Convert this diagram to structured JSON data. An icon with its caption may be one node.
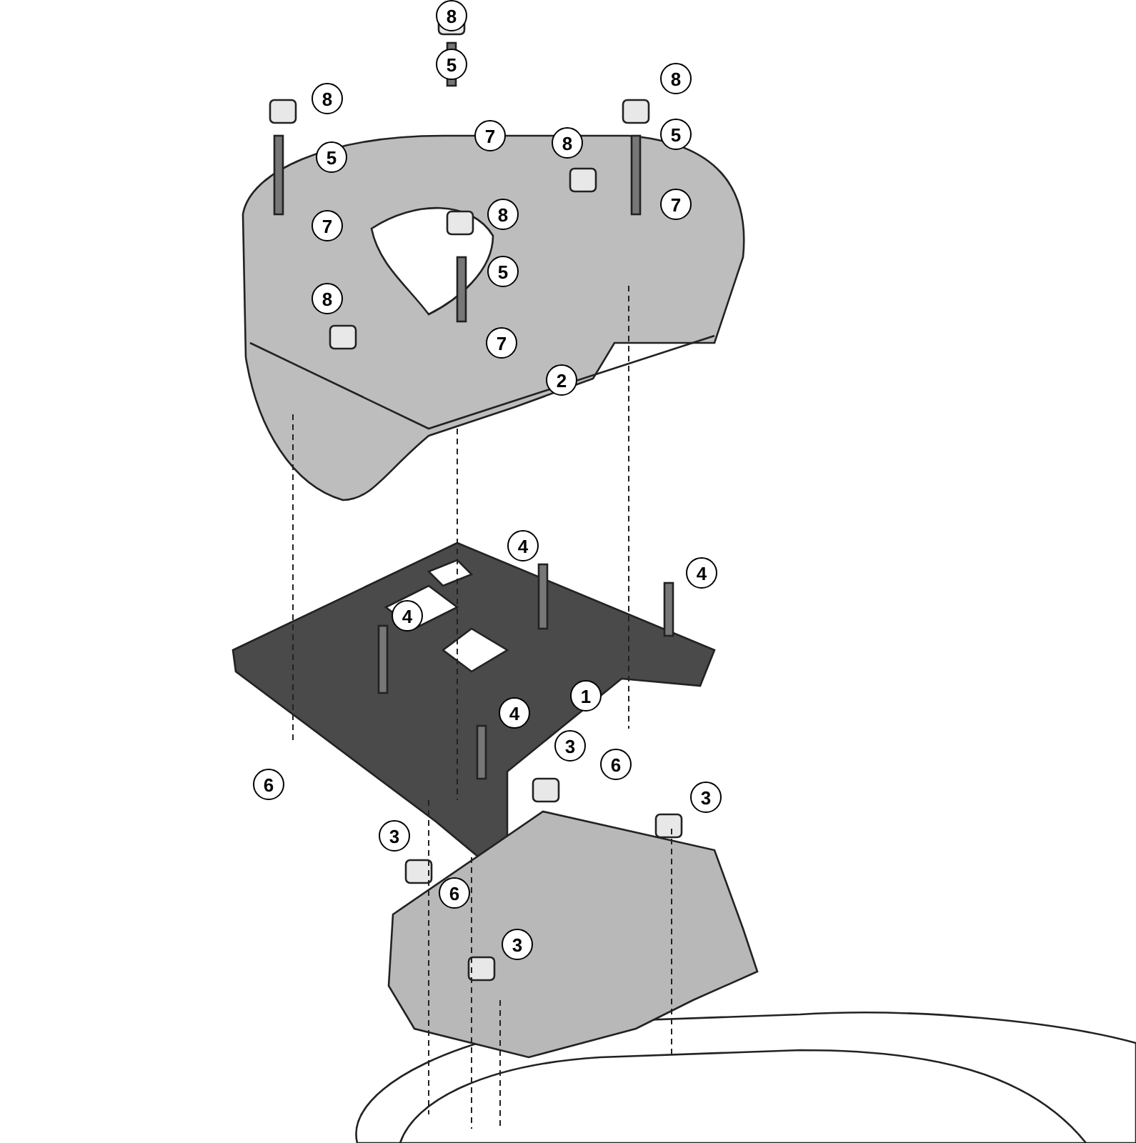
{
  "diagram": {
    "labels": [
      "8",
      "5",
      "8",
      "8",
      "7",
      "5",
      "5",
      "8",
      "7",
      "8",
      "7",
      "5",
      "8",
      "7",
      "2",
      "4",
      "4",
      "4",
      "1",
      "4",
      "3",
      "6",
      "6",
      "3",
      "3",
      "6",
      "3"
    ]
  }
}
